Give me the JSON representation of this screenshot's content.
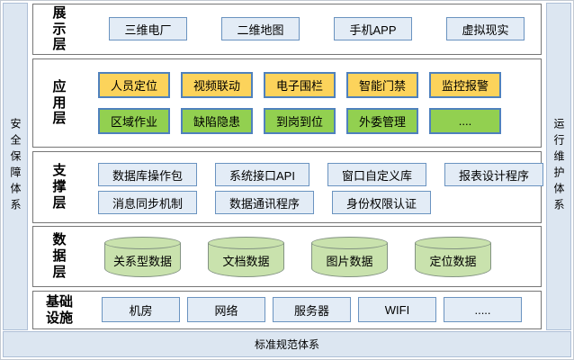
{
  "diagram": {
    "left_panel": "安全保障体系",
    "right_panel": "运行维护体系",
    "bottom_panel": "标准规范体系",
    "layers": [
      {
        "title": "展示层",
        "rows": [
          {
            "items": [
              "三维电厂",
              "二维地图",
              "手机APP",
              "虚拟现实"
            ]
          }
        ]
      },
      {
        "title": "应用层",
        "rows": [
          {
            "items": [
              "人员定位",
              "视频联动",
              "电子围栏",
              "智能门禁",
              "监控报警"
            ]
          },
          {
            "items": [
              "区域作业",
              "缺陷隐患",
              "到岗到位",
              "外委管理",
              "...."
            ]
          }
        ]
      },
      {
        "title": "支撑层",
        "rows": [
          {
            "items": [
              "数据库操作包",
              "系统接口API",
              "窗口自定义库",
              "报表设计程序"
            ]
          },
          {
            "items": [
              "消息同步机制",
              "数据通讯程序",
              "身份权限认证"
            ]
          }
        ]
      },
      {
        "title": "数据层",
        "rows": [
          {
            "items": [
              "关系型数据",
              "文档数据",
              "图片数据",
              "定位数据"
            ]
          }
        ]
      },
      {
        "title": "基础设施",
        "rows": [
          {
            "items": [
              "机房",
              "网络",
              "服务器",
              "WIFI",
              "....."
            ]
          }
        ]
      }
    ]
  },
  "colors": {
    "panel_fill": "#dce6f1",
    "panel_border": "#aebfd6",
    "frame_border": "#767676",
    "box_blue_fill": "#e3ecf6",
    "box_blue_border": "#6a93c0",
    "box_yellow_fill": "#fcd35b",
    "box_green_fill": "#92d050",
    "box_colored_border": "#4f81bd",
    "cylinder_fill": "#c9e2ad",
    "cylinder_border": "#839383"
  }
}
